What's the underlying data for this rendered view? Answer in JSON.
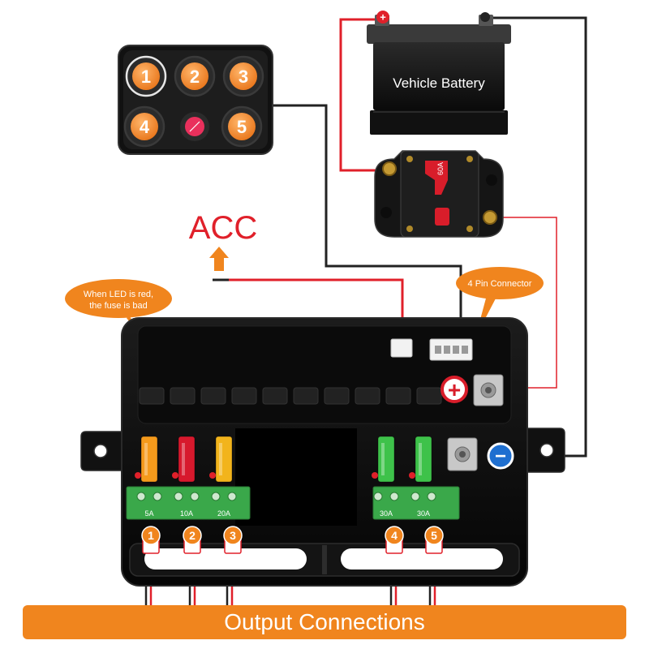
{
  "battery": {
    "label": "Vehicle Battery",
    "pos_symbol": "+",
    "neg_symbol": "-"
  },
  "breaker": {
    "rating": "60A"
  },
  "acc": {
    "label": "ACC"
  },
  "connector": {
    "label": "4 Pin Connector"
  },
  "led_note": {
    "line1": "When LED is red,",
    "line2": "the fuse is bad"
  },
  "controller": {
    "buttons": [
      "1",
      "2",
      "3",
      "4",
      "5"
    ]
  },
  "terminals": {
    "positive": "+",
    "negative": "−"
  },
  "fuses": [
    {
      "rating": "5A",
      "color": "#f59a1c"
    },
    {
      "rating": "10A",
      "color": "#d7192d"
    },
    {
      "rating": "20A",
      "color": "#f2b41c"
    },
    {
      "rating": "30A",
      "color": "#3ec24a"
    },
    {
      "rating": "30A",
      "color": "#3ec24a"
    }
  ],
  "outputs": [
    "1",
    "2",
    "3",
    "4",
    "5"
  ],
  "footer": {
    "label": "Output Connections"
  },
  "colors": {
    "accent": "#f0851e",
    "wire_red": "#e0202a",
    "wire_black": "#222222",
    "box": "#111111"
  }
}
